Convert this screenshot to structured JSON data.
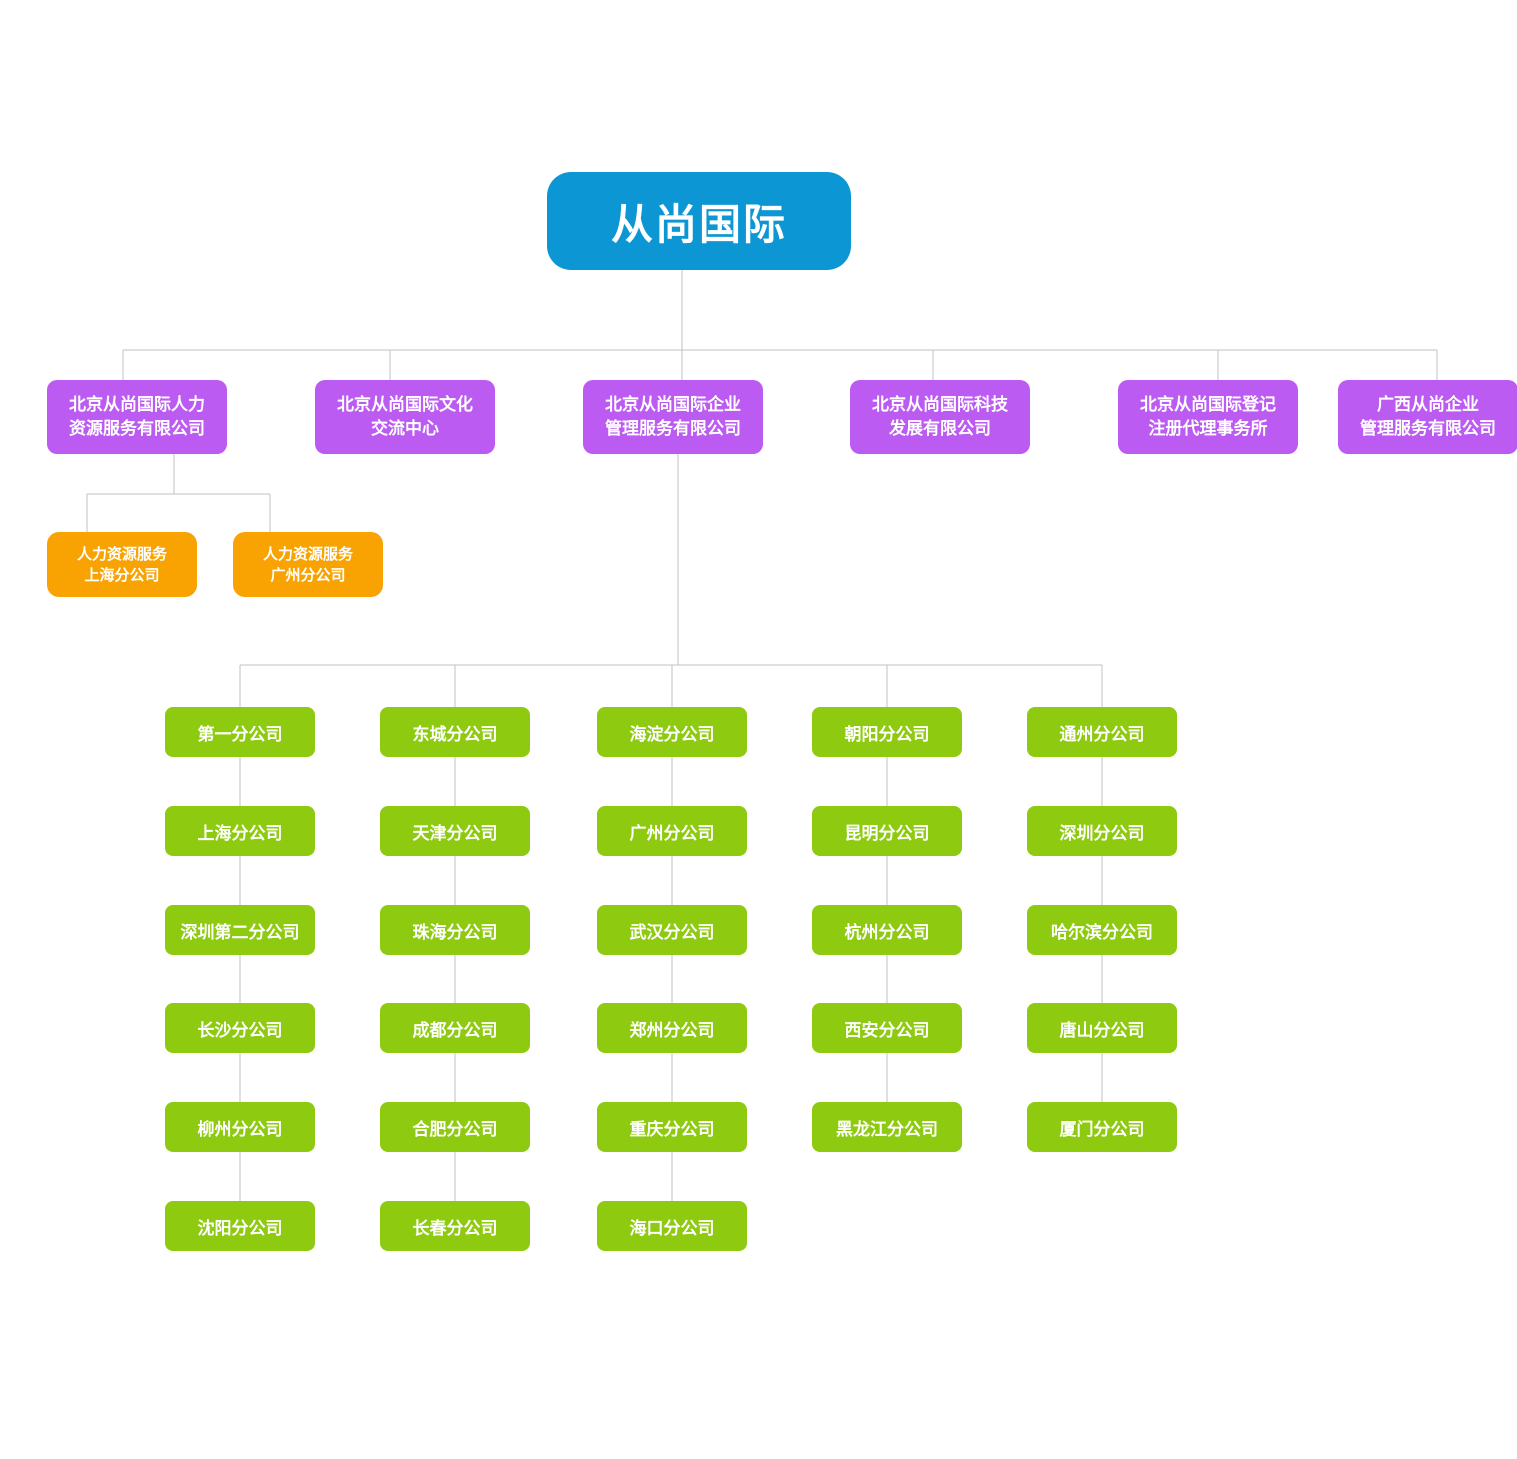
{
  "colors": {
    "root_box": "#0c97d4",
    "subsidiary_box": "#bb5bf2",
    "hr_branch_box": "#f9a303",
    "branch_box": "#8eca10",
    "connector_line": "#c2c2c2",
    "text": "#ffffff"
  },
  "root": {
    "label": "从尚国际"
  },
  "subsidiaries": [
    {
      "label": "北京从尚国际人力\n资源服务有限公司"
    },
    {
      "label": "北京从尚国际文化\n交流中心"
    },
    {
      "label": "北京从尚国际企业\n管理服务有限公司"
    },
    {
      "label": "北京从尚国际科技\n发展有限公司"
    },
    {
      "label": "北京从尚国际登记\n注册代理事务所"
    },
    {
      "label": "广西从尚企业\n管理服务有限公司"
    }
  ],
  "hr_branches": [
    {
      "label": "人力资源服务\n上海分公司"
    },
    {
      "label": "人力资源服务\n广州分公司"
    }
  ],
  "branch_columns": [
    [
      "第一分公司",
      "上海分公司",
      "深圳第二分公司",
      "长沙分公司",
      "柳州分公司",
      "沈阳分公司"
    ],
    [
      "东城分公司",
      "天津分公司",
      "珠海分公司",
      "成都分公司",
      "合肥分公司",
      "长春分公司"
    ],
    [
      "海淀分公司",
      "广州分公司",
      "武汉分公司",
      "郑州分公司",
      "重庆分公司",
      "海口分公司"
    ],
    [
      "朝阳分公司",
      "昆明分公司",
      "杭州分公司",
      "西安分公司",
      "黑龙江分公司"
    ],
    [
      "通州分公司",
      "深圳分公司",
      "哈尔滨分公司",
      "唐山分公司",
      "厦门分公司"
    ]
  ]
}
